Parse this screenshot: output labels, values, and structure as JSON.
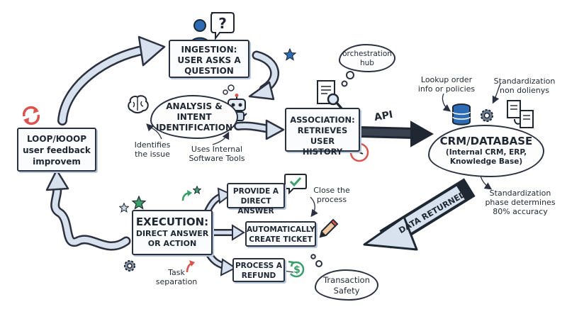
{
  "nodes": {
    "ingestion": {
      "line1": "INGESTION:",
      "line2": "USER ASKS A",
      "line3": "QUESTION"
    },
    "analysis": {
      "line1": "ANALYSIS &",
      "line2": "INTENT",
      "line3": "IDENTIFICATION"
    },
    "association": {
      "line1": "ASSOCIATION:",
      "line2": "RETRIEVES USER",
      "line3": "HISTORY"
    },
    "crm": {
      "title": "CRM/DATABASE",
      "line1": "(Internal CRM, ERP,",
      "line2": "Knowledge Base)"
    },
    "loop": {
      "line1": "LOOP/ЮOOP",
      "line2": "user feedback",
      "line3": "improvem"
    },
    "execution": {
      "title": "EXECUTION:",
      "line1": "DIRECT ANSWER",
      "line2": "OR ACTION"
    },
    "direct_answer": {
      "line1": "PROVIDE A",
      "line2": "DIRECT ANSWER"
    },
    "create_ticket": {
      "line1": "AUTOMATICALLY",
      "line2": "CREATE TICKET"
    },
    "refund": {
      "line1": "PROCESS A",
      "line2": "REFUND"
    }
  },
  "bubbles": {
    "orchestration": {
      "line1": "orchestration",
      "line2": "hub"
    },
    "transaction": {
      "line1": "Transaction",
      "line2": "Safety"
    }
  },
  "annotations": {
    "identifies": {
      "line1": "Identifies",
      "line2": "the issue"
    },
    "tools": {
      "line1": "Uses Internal",
      "line2": "Software Tools"
    },
    "lookup": {
      "line1": "Lookup order",
      "line2": "info or policies"
    },
    "standardization_top": {
      "line1": "Standardization",
      "line2": "non dolienys"
    },
    "standardization_bottom": {
      "line1": "Standardization",
      "line2": "phase determines",
      "line3": "80% accuracy"
    },
    "close": {
      "line1": "Close the",
      "line2": "process"
    },
    "task": {
      "line1": "Task",
      "line2": "separation"
    }
  },
  "arrow_labels": {
    "api": "API",
    "data_returned": "DATA RETURNED"
  },
  "icons": [
    "user-question-icon",
    "robot-icon",
    "brain-icon",
    "document-search-icon",
    "clock-icon",
    "database-icon",
    "gear-icon",
    "documents-icon",
    "refresh-icon",
    "check-bubble-icon",
    "pencil-icon",
    "dollar-icon",
    "star-icon"
  ],
  "colors": {
    "ink": "#2b3140",
    "arrow_fill": "#d7e2ee",
    "shadow": "#b9c7da",
    "accent_green": "#3a9e6a",
    "accent_red": "#d9534f",
    "accent_blue": "#2d6cb5"
  }
}
